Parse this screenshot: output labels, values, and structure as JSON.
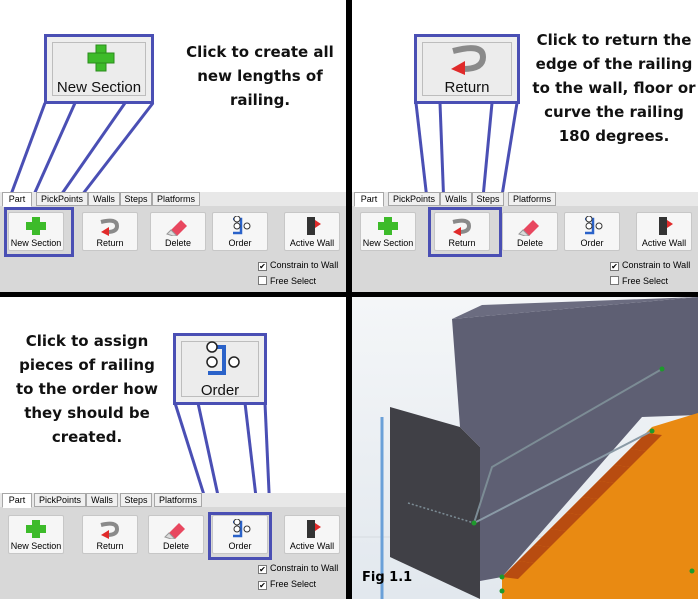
{
  "panels": [
    {
      "callout": "Click  to create all new lengths of railing.",
      "zoom_label": "New Section"
    },
    {
      "callout": "Click to return the edge of the railing to the wall, floor or curve the railing 180 degrees.",
      "zoom_label": "Return"
    },
    {
      "callout": "Click to assign pieces of railing to the order how they should be created.",
      "zoom_label": "Order"
    }
  ],
  "toolbar": {
    "tabs": [
      "Part",
      "PickPoints",
      "Walls",
      "Steps",
      "Platforms"
    ],
    "buttons": [
      "New Section",
      "Return",
      "Delete",
      "Order",
      "Active Wall"
    ],
    "checkboxes": [
      {
        "label": "Constrain to Wall",
        "checked": true
      },
      {
        "label": "Free Select",
        "checked": false
      }
    ]
  },
  "toolbar3_checkboxes": [
    {
      "label": "Constrain to Wall",
      "checked": true
    },
    {
      "label": "Free Select",
      "checked": true
    }
  ],
  "figure": {
    "label": "Fig 1.1"
  },
  "colors": {
    "highlight": "#4a4fb4",
    "plus": "#3dbb2a",
    "arrow": "#e02a2a",
    "stair": "#e98a12",
    "wall": "#5e5f73"
  }
}
